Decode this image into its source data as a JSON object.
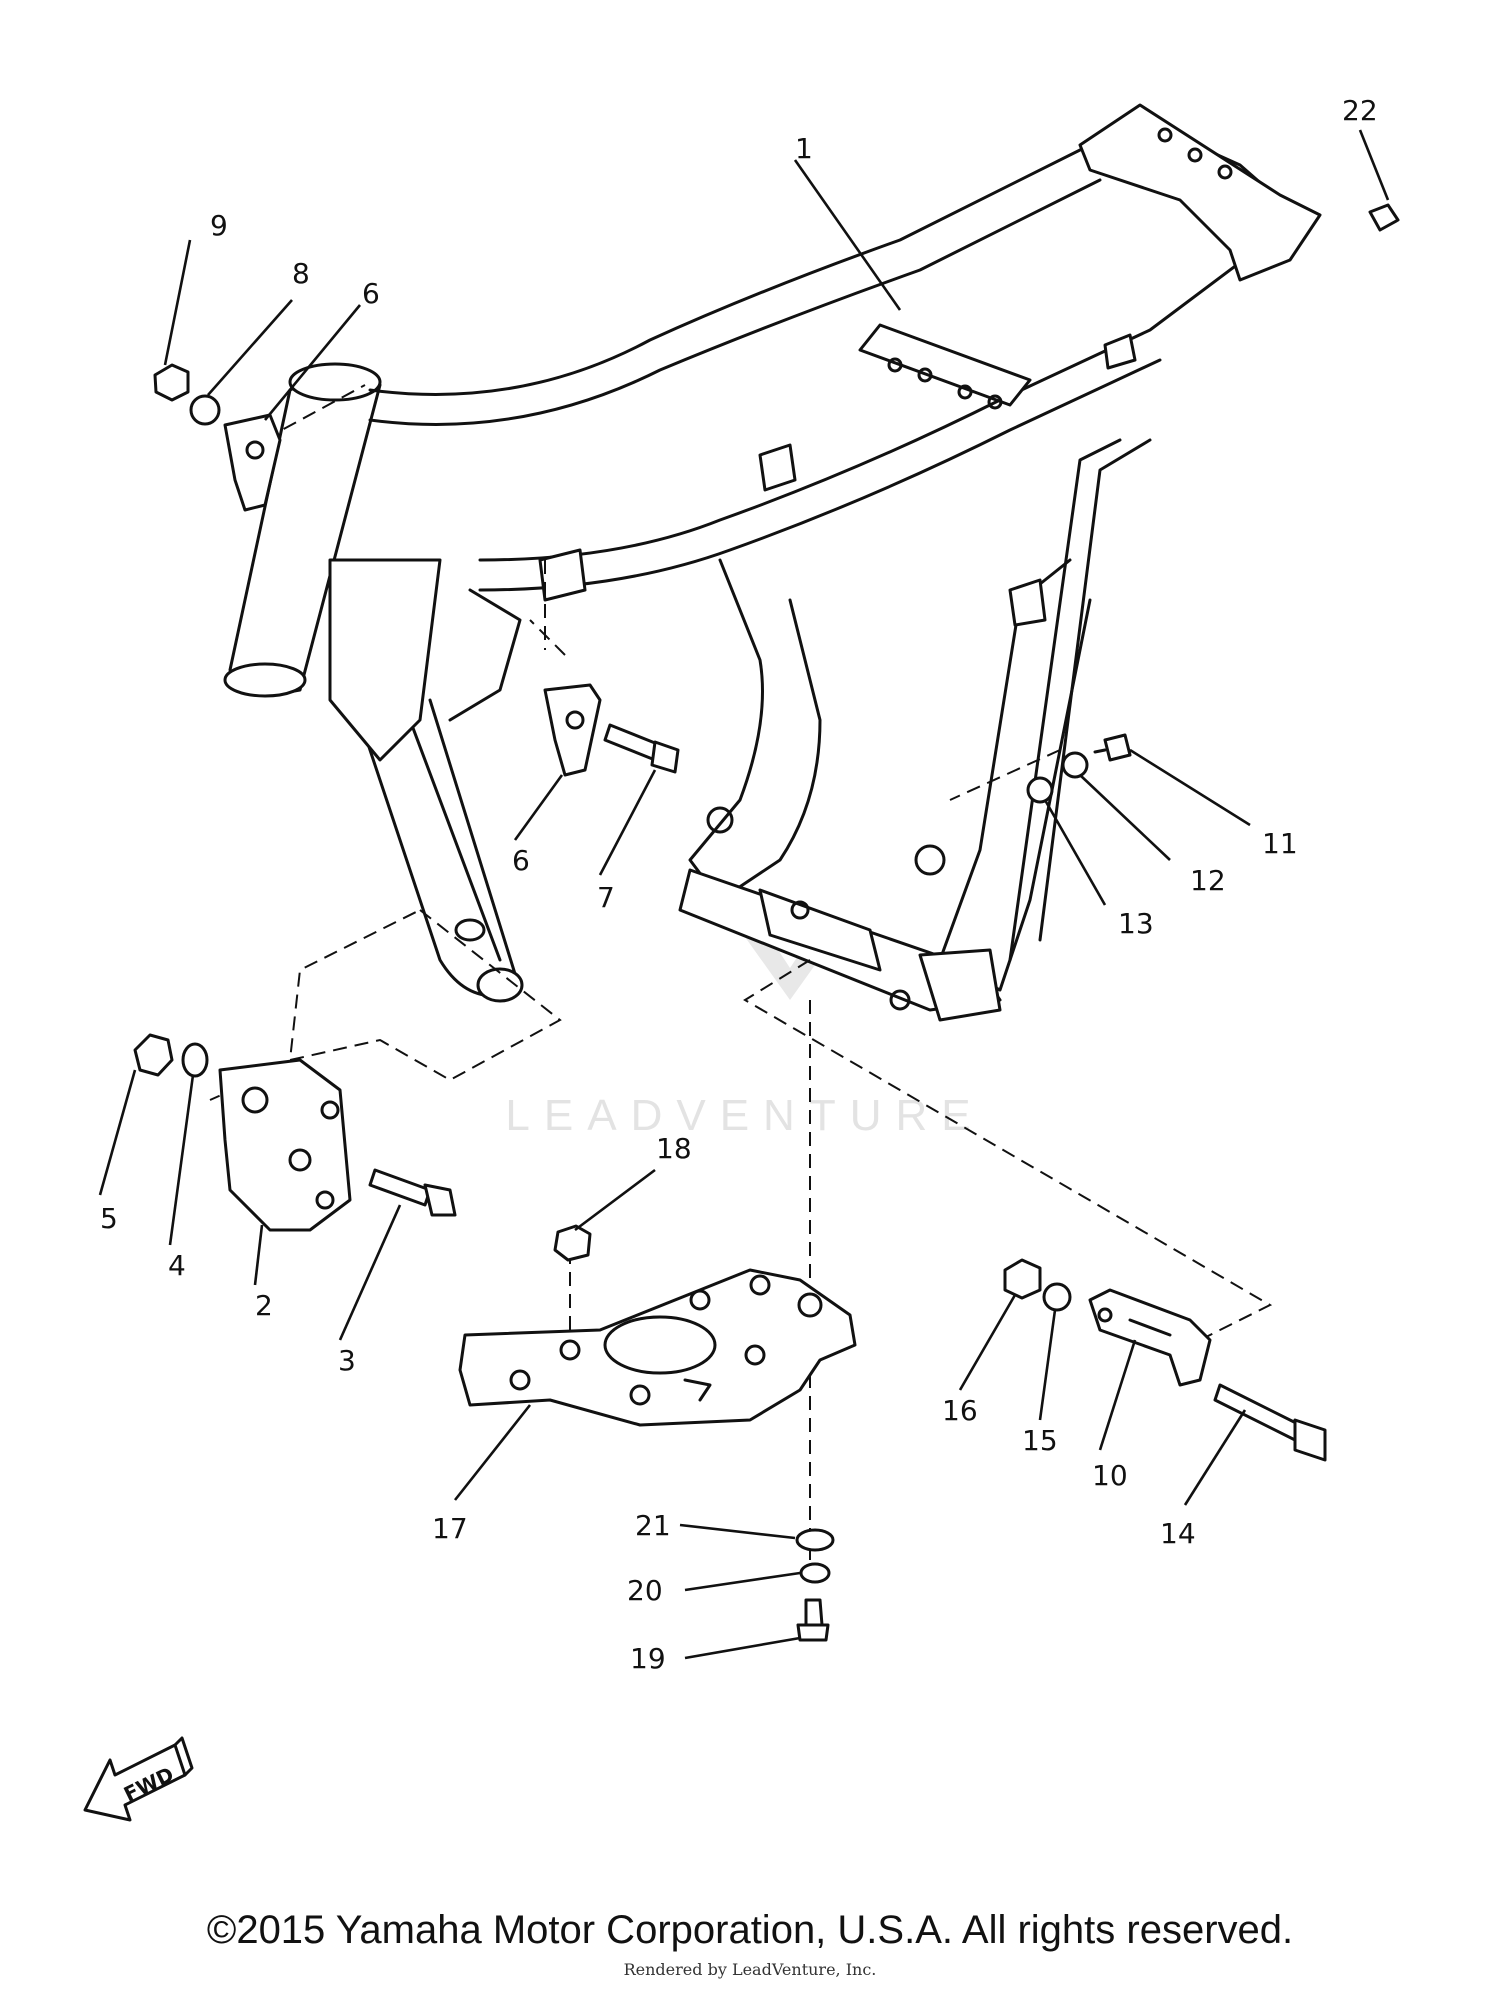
{
  "diagram": {
    "callouts": [
      "1",
      "2",
      "3",
      "4",
      "5",
      "6",
      "6",
      "7",
      "8",
      "9",
      "10",
      "11",
      "12",
      "13",
      "14",
      "15",
      "16",
      "17",
      "18",
      "19",
      "20",
      "21",
      "22"
    ],
    "fwd_label": "FWD",
    "watermark": "LEADVENTURE"
  },
  "footer": {
    "copyright": "©2015 Yamaha Motor Corporation, U.S.A. All rights reserved.",
    "rendered_by": "Rendered by LeadVenture, Inc."
  }
}
